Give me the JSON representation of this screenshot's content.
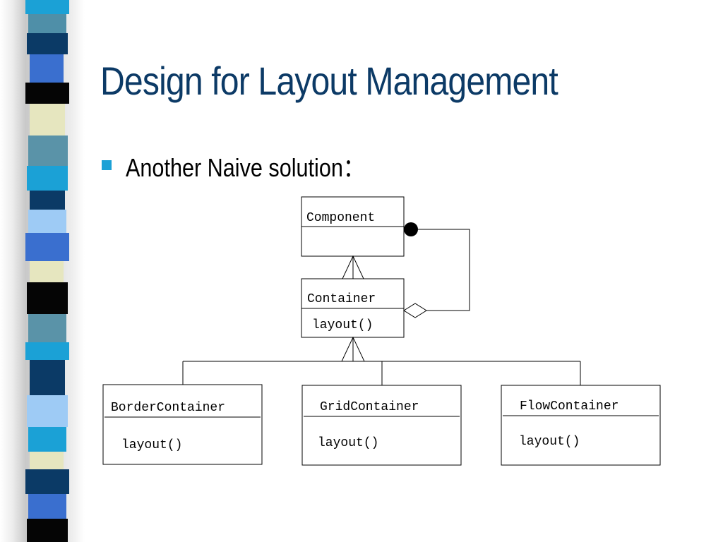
{
  "slide": {
    "title": "Design for Layout Management",
    "bullet": "Another Naive solution：",
    "colors": {
      "title": "#0c3a66",
      "bullet": "#1ba1d6"
    }
  },
  "diagram": {
    "classes": {
      "component": {
        "name": "Component"
      },
      "container": {
        "name": "Container",
        "method": "layout()"
      },
      "border_container": {
        "name": "BorderContainer",
        "method": "layout()"
      },
      "grid_container": {
        "name": "GridContainer",
        "method": "layout()"
      },
      "flow_container": {
        "name": "FlowContainer",
        "method": "layout()"
      }
    },
    "relationships": [
      {
        "type": "generalization",
        "from": "Container",
        "to": "Component"
      },
      {
        "type": "generalization",
        "from": "BorderContainer",
        "to": "Container"
      },
      {
        "type": "generalization",
        "from": "GridContainer",
        "to": "Container"
      },
      {
        "type": "generalization",
        "from": "FlowContainer",
        "to": "Container"
      },
      {
        "type": "aggregation",
        "whole": "Container",
        "part": "Component",
        "part_multiplicity": "many"
      }
    ]
  }
}
